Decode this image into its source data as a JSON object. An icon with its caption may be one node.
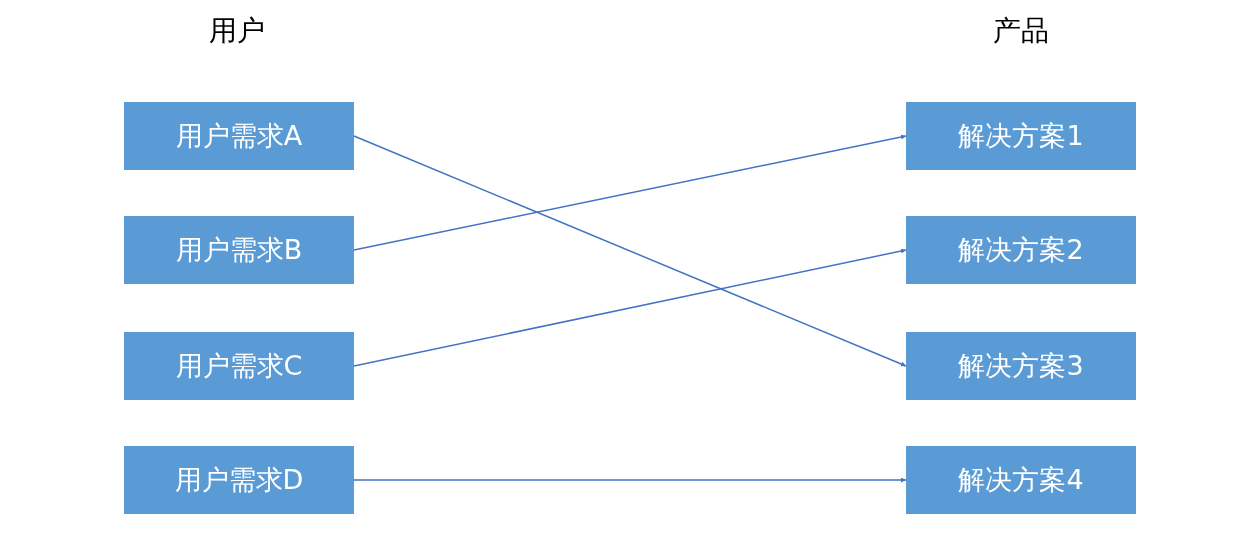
{
  "diagram": {
    "nodes": [
      {
        "text": [
          "用户需求A"
        ]
      },
      {
        "text": [
          "用户需求B"
        ]
      },
      {
        "text": [
          "用户需求C"
        ]
      },
      {
        "text": [
          "用户需求D"
        ]
      },
      {
        "text": [
          "解决方案1"
        ]
      },
      {
        "text": [
          "解决方案2"
        ]
      },
      {
        "text": [
          "解决方案3"
        ]
      },
      {
        "text": [
          "解决方案4"
        ]
      }
    ],
    "edges": [
      {
        "from": 0,
        "to": 6,
        "arrow": "to"
      },
      {
        "from": 1,
        "to": 4,
        "arrow": "to"
      },
      {
        "from": 2,
        "to": 5,
        "arrow": "to"
      },
      {
        "from": 3,
        "to": 7,
        "arrow": "to"
      }
    ],
    "labels": [
      "用户",
      "产品"
    ]
  }
}
